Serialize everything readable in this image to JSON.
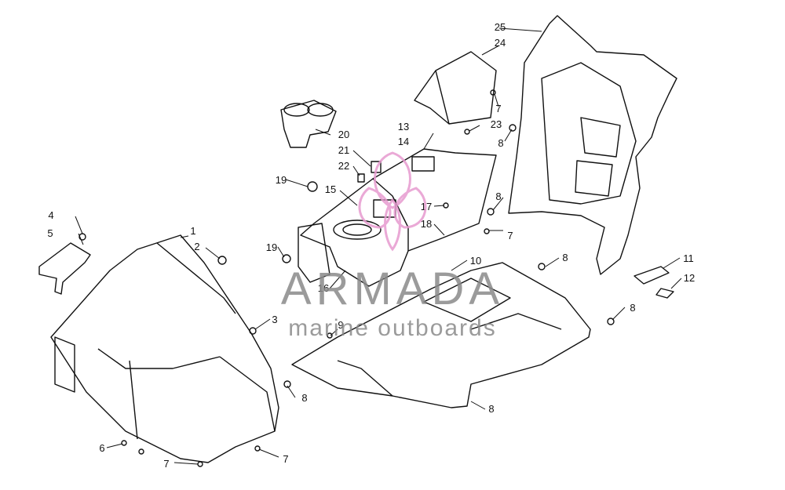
{
  "callouts": [
    "1",
    "2",
    "3",
    "4",
    "5",
    "6",
    "7",
    "7",
    "7",
    "7",
    "7",
    "8",
    "8",
    "8",
    "8",
    "8",
    "8",
    "8",
    "9",
    "10",
    "11",
    "12",
    "13",
    "14",
    "15",
    "16",
    "17",
    "18",
    "19",
    "19",
    "20",
    "21",
    "22",
    "23",
    "24",
    "25"
  ],
  "watermark": {
    "brand": "ARMADA",
    "tagline": "marine outboards",
    "color": "#e79bd0"
  }
}
